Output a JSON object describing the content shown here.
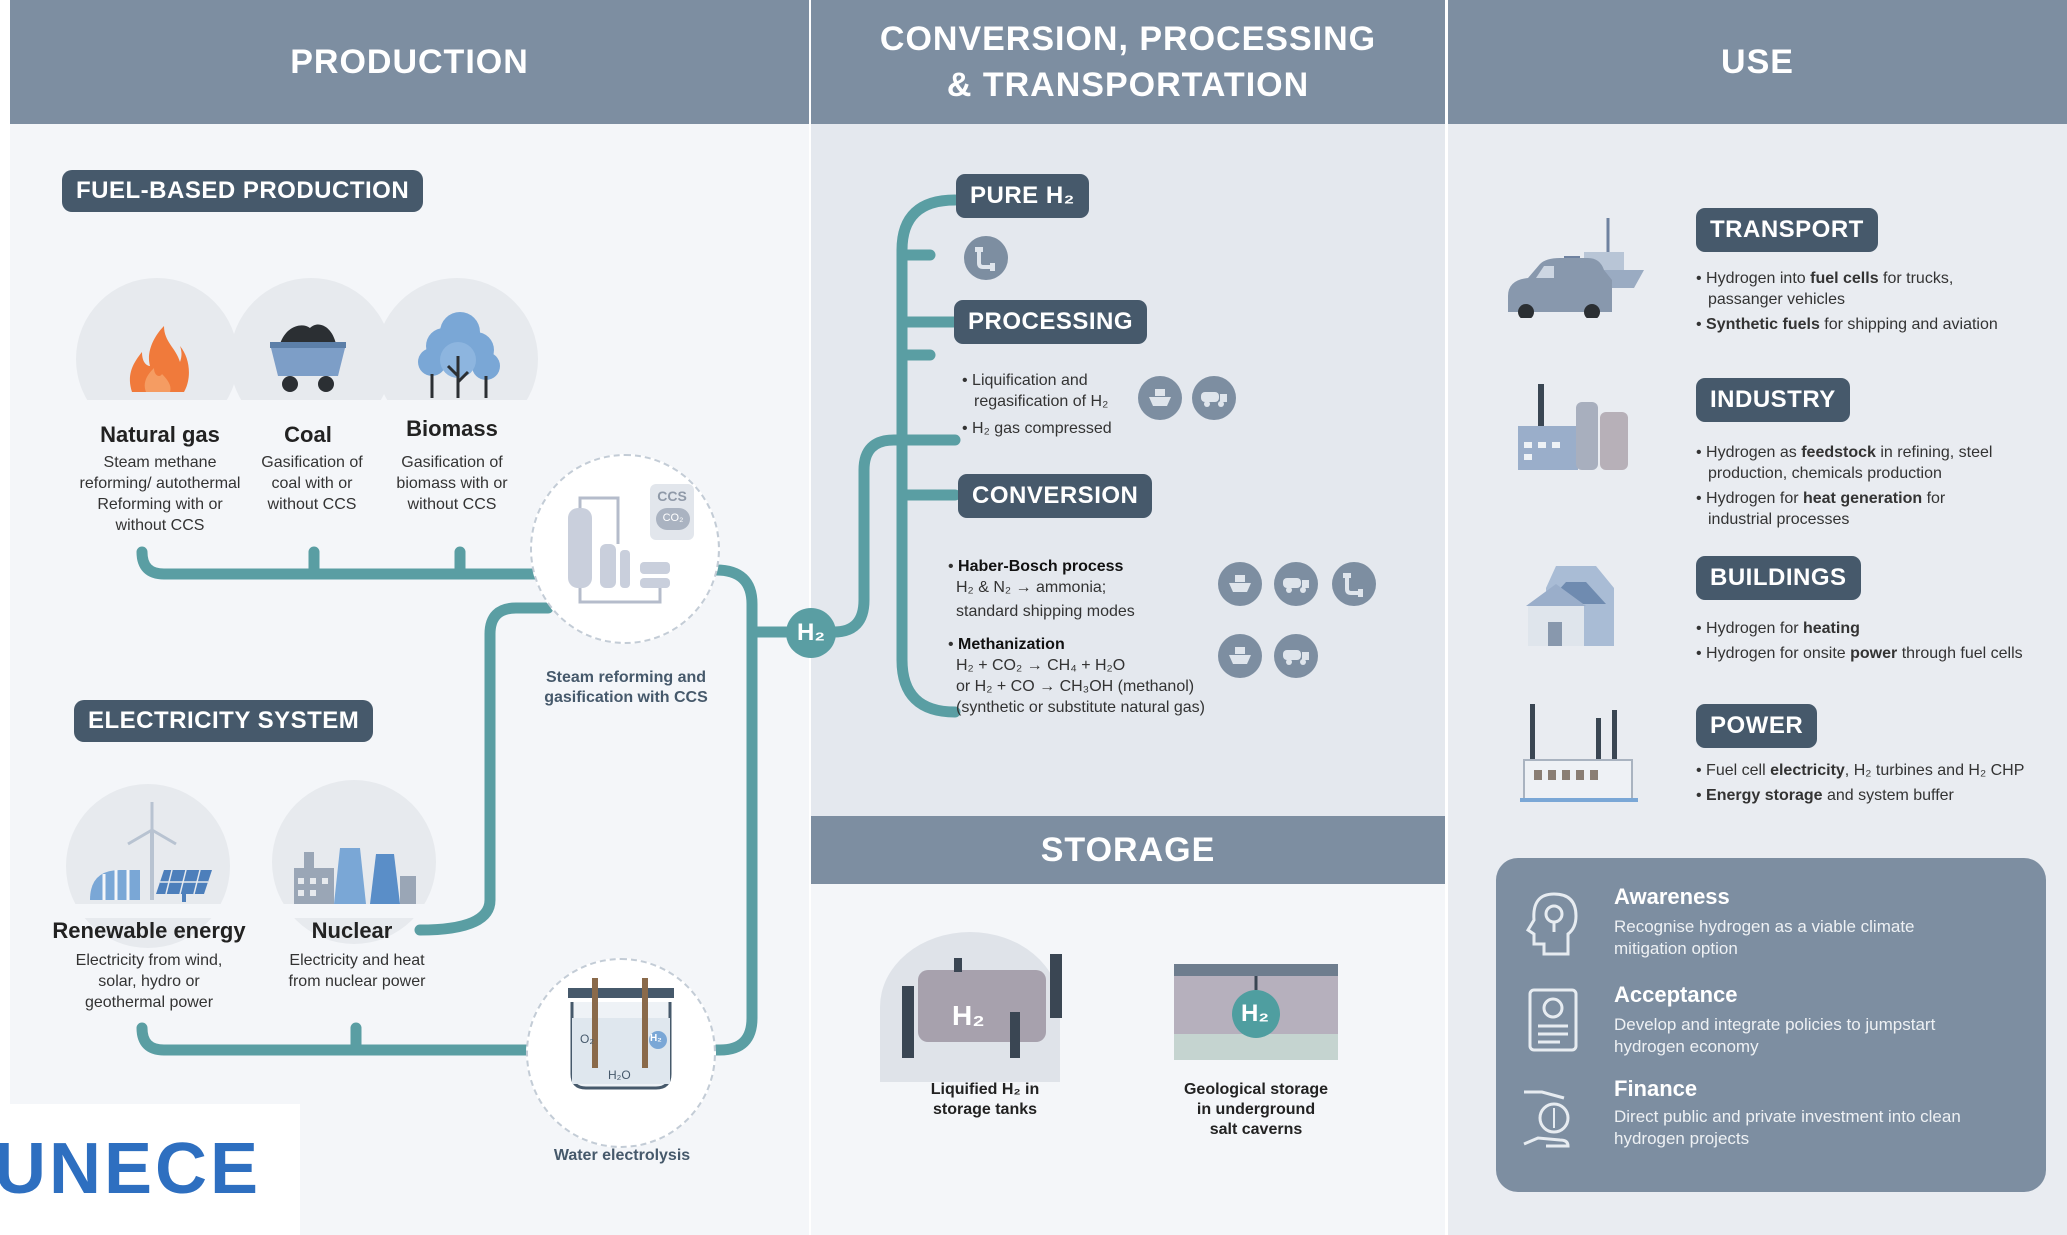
{
  "headers": {
    "production": "PRODUCTION",
    "conversion_line1": "CONVERSION, PROCESSING",
    "conversion_line2": "& TRANSPORTATION",
    "use": "USE"
  },
  "production": {
    "fuel_based_label": "FUEL-BASED PRODUCTION",
    "sources": [
      {
        "name": "Natural gas",
        "desc": [
          "Steam methane",
          "reforming/ autothermal",
          "Reforming with or",
          "without CCS"
        ]
      },
      {
        "name": "Coal",
        "desc": [
          "Gasification of",
          "coal with or",
          "without CCS"
        ]
      },
      {
        "name": "Biomass",
        "desc": [
          "Gasification of",
          "biomass with or",
          "without CCS"
        ]
      }
    ],
    "ccs_tag": "CCS",
    "co2_tag": "CO₂",
    "steam_caption": [
      "Steam reforming and",
      "gasification with CCS"
    ],
    "electricity_label": "ELECTRICITY SYSTEM",
    "elec_sources": [
      {
        "name": "Renewable energy",
        "desc": [
          "Electricity from wind,",
          "solar, hydro or",
          "geothermal power"
        ]
      },
      {
        "name": "Nuclear",
        "desc": [
          "Electricity and heat",
          "from nuclear power"
        ]
      }
    ],
    "electrolysis_caption": "Water electrolysis",
    "electrolysis_tags": {
      "o2": "O₂",
      "h2": "H₂",
      "h2o": "H₂O"
    }
  },
  "hub": {
    "label": "H₂"
  },
  "conversion": {
    "pure_label": "PURE H₂",
    "processing_label": "PROCESSING",
    "processing_bullets": [
      [
        "Liquification and",
        "regasification of H₂"
      ],
      [
        "H₂ gas compressed"
      ]
    ],
    "conversion_label": "CONVERSION",
    "haber_title": "Haber-Bosch process",
    "haber_lines": [
      "H₂ & N₂ → ammonia;",
      "standard shipping modes"
    ],
    "meth_title": "Methanization",
    "meth_lines": [
      "H₂ + CO₂ → CH₄ + H₂O",
      "or H₂ + CO  → CH₃OH (methanol)",
      "(synthetic or substitute natural gas)"
    ]
  },
  "storage": {
    "header": "STORAGE",
    "tank_label": "H₂",
    "tank_caption": [
      "Liquified H₂ in",
      "storage tanks"
    ],
    "cavern_label": "H₂",
    "cavern_caption": [
      "Geological storage",
      "in underground",
      "salt caverns"
    ]
  },
  "use": {
    "sectors": [
      {
        "label": "TRANSPORT",
        "icon": "transport-icon",
        "bullets": [
          [
            {
              "t": "Hydrogen into "
            },
            {
              "b": "fuel cells"
            },
            {
              "t": " for trucks,"
            }
          ],
          [
            {
              "t": "passanger vehicles"
            }
          ],
          [
            {
              "b": "Synthetic fuels"
            },
            {
              "t": " for shipping and aviation"
            }
          ]
        ],
        "bullet_starts": [
          0,
          2
        ]
      },
      {
        "label": "INDUSTRY",
        "icon": "industry-icon",
        "bullets": [
          [
            {
              "t": "Hydrogen as "
            },
            {
              "b": "feedstock"
            },
            {
              "t": " in refining, steel"
            }
          ],
          [
            {
              "t": "production, chemicals production"
            }
          ],
          [
            {
              "t": "Hydrogen for "
            },
            {
              "b": "heat generation"
            },
            {
              "t": " for"
            }
          ],
          [
            {
              "t": "industrial processes"
            }
          ]
        ],
        "bullet_starts": [
          0,
          2
        ]
      },
      {
        "label": "BUILDINGS",
        "icon": "building-icon",
        "bullets": [
          [
            {
              "t": "Hydrogen for "
            },
            {
              "b": "heating"
            }
          ],
          [
            {
              "t": "Hydrogen for onsite "
            },
            {
              "b": "power"
            },
            {
              "t": " through fuel cells"
            }
          ]
        ],
        "bullet_starts": [
          0,
          1
        ]
      },
      {
        "label": "POWER",
        "icon": "power-plant-icon",
        "bullets": [
          [
            {
              "t": "Fuel cell "
            },
            {
              "b": "electricity"
            },
            {
              "t": ", H₂ turbines and H₂ CHP"
            }
          ],
          [
            {
              "b": "Energy storage"
            },
            {
              "t": " and system buffer"
            }
          ]
        ],
        "bullet_starts": [
          0,
          1
        ]
      }
    ],
    "enablers": [
      {
        "title": "Awareness",
        "desc": [
          "Recognise hydrogen as a viable climate",
          "mitigation option"
        ]
      },
      {
        "title": "Acceptance",
        "desc": [
          "Develop and integrate policies to jumpstart",
          "hydrogen economy"
        ]
      },
      {
        "title": "Finance",
        "desc": [
          "Direct public and private investment into clean",
          "hydrogen projects"
        ]
      }
    ]
  },
  "logo": "UNECE",
  "colors": {
    "header": "#7d8ea1",
    "pill": "#46596b",
    "pipe": "#5a9ea3",
    "panel_light": "#f3f5f8",
    "panel_mid": "#e4e8ee",
    "logo": "#2e6fc0"
  }
}
